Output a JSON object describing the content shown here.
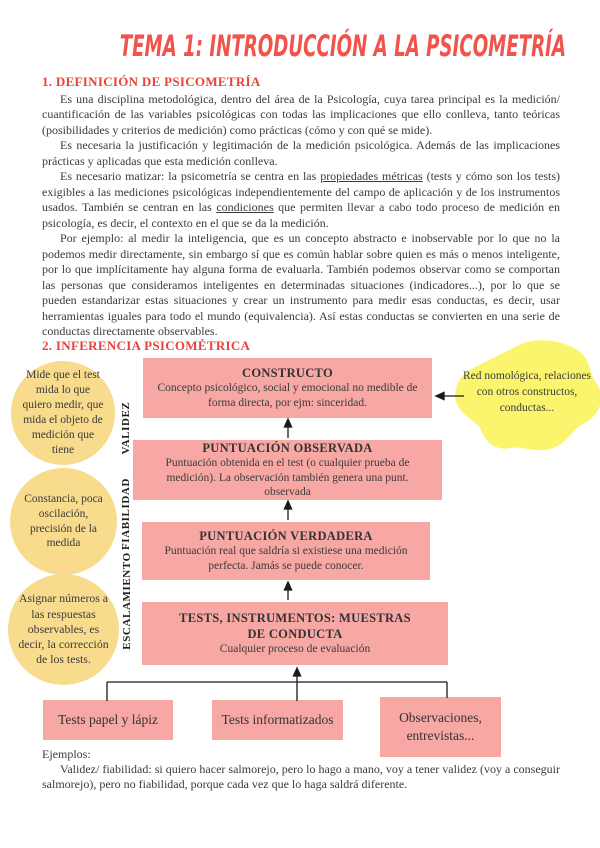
{
  "colors": {
    "title_red": "#f0544c",
    "heading_red": "#e9423b",
    "box_pink": "#f7a8a4",
    "bubble_yellow": "#f8db8d",
    "note_yellow": "#fbf56e",
    "body_text": "#3b3b3b"
  },
  "title": "TEMA 1: INTRODUCCIÓN A LA PSICOMETRÍA",
  "section1": {
    "heading": "1. DEFINICIÓN DE PSICOMETRÍA",
    "p1": "Es una disciplina metodológica, dentro del área de la Psicología, cuya tarea principal es la medición/ cuantificación de las variables psicológicas con todas las implicaciones que ello conlleva, tanto teóricas (posibilidades y criterios de medición) como prácticas (cómo y con qué se mide).",
    "p2": "Es necesaria la justificación y legitimación de la medición psicológica. Además de las implicaciones prácticas y aplicadas que esta medición conlleva.",
    "p3a": "Es necesario matizar: la psicometría se centra en las ",
    "p3u1": "propiedades métricas",
    "p3b": " (tests y cómo son los tests) exigibles a las mediciones psicológicas independientemente del campo de aplicación y de los instrumentos usados. También se centran en las ",
    "p3u2": "condiciones",
    "p3c": " que permiten llevar a cabo todo proceso de medición en psicología, es decir, el contexto en el que se da la medición.",
    "p4": "Por ejemplo: al medir la inteligencia, que es un concepto abstracto e inobservable por lo que no la podemos medir directamente, sin embargo sí que es común hablar sobre quien es más o menos inteligente, por lo que implícitamente hay alguna forma de evaluarla. También podemos observar como se comportan las personas que consideramos inteligentes en determinadas situaciones (indicadores...), por lo que se pueden estandarizar estas situaciones y crear un instrumento para medir esas conductas, es decir, usar herramientas iguales para todo el mundo (equivalencia). Así estas conductas se convierten en una serie de conductas directamente observables."
  },
  "section2": {
    "heading": "2. INFERENCIA PSICOMÉTRICA",
    "boxes": [
      {
        "title": "CONSTRUCTO",
        "desc": "Concepto psicológico, social y emocional no medible de forma directa, por ejm: sinceridad."
      },
      {
        "title": "PUNTUACIÓN OBSERVADA",
        "desc": "Puntuación obtenida en el test (o cualquier prueba de medición). La observación también genera una punt. observada"
      },
      {
        "title": "PUNTUACIÓN VERDADERA",
        "desc": "Puntuación real que saldría si existiese una medición perfecta. Jamás se puede conocer."
      },
      {
        "title": "TESTS, INSTRUMENTOS: MUESTRAS DE CONDUCTA",
        "desc": "Cualquier proceso de evaluación"
      }
    ],
    "side_labels": [
      "VALIDEZ",
      "FIABILIDAD",
      "ESCALAMIENTO"
    ],
    "bubbles": [
      "Mide que el test mida lo que quiero medir, que mida el objeto de medición que tiene",
      "Constancia, poca oscilación, precisión de la medida",
      "Asignar números a las respuestas observables, es decir, la corrección de los tests."
    ],
    "note": "Red nomológica, relaciones con otros constructos, conductas...",
    "leaves": [
      "Tests papel y lápiz",
      "Tests informatizados",
      "Observaciones, entrevistas..."
    ]
  },
  "examples": {
    "heading": "Ejemplos:",
    "text": "Validez/ fiabilidad: si quiero hacer salmorejo, pero lo hago a mano, voy a tener validez (voy a conseguir salmorejo), pero no fiabilidad, porque cada vez que lo haga saldrá diferente."
  }
}
